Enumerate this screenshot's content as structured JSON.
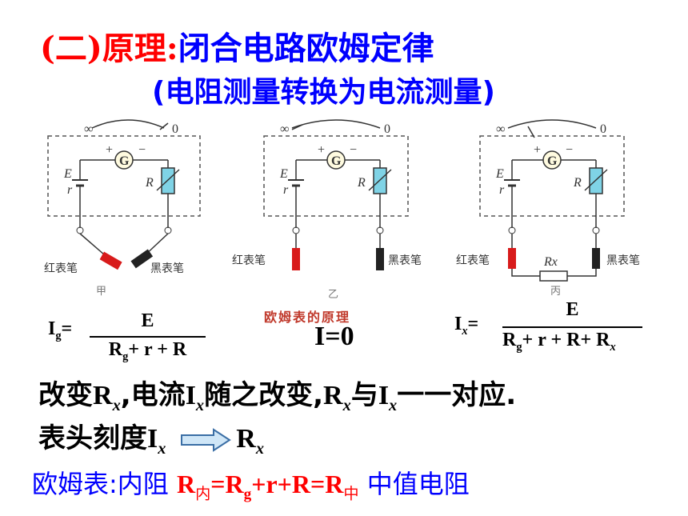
{
  "title": {
    "prefix": "(二)",
    "label": "原理:",
    "topic": "闭合电路欧姆定律",
    "subtitle": "(电阻测量转换为电流测量)"
  },
  "diagrams": {
    "scale_left": "∞",
    "scale_right": "0",
    "galvanometer": "G",
    "plus": "+",
    "minus": "−",
    "emf": "E",
    "internal": "r",
    "rheostat": "R",
    "red_probe": "红表笔",
    "black_probe": "黑表笔",
    "rx_label": "Rx",
    "panel_labels": [
      "甲",
      "乙",
      "丙"
    ],
    "caption": "欧姆表的原理"
  },
  "formulas": {
    "ig_lhs": "I",
    "ig_sub": "g",
    "eq": "=",
    "ig_num": "E",
    "ig_den_r": "R",
    "ig_den_sub": "g",
    "ig_den_rest": "+ r + R",
    "i_zero": "I=0",
    "ix_lhs": "I",
    "ix_sub": "x",
    "ix_num": "E",
    "ix_den_r": "R",
    "ix_den_sub": "g",
    "ix_den_rest": "+ r + R+ R",
    "ix_den_end_sub": "x"
  },
  "text": {
    "line1_a": "改变",
    "line1_r": "R",
    "line1_x": "x",
    "line1_b": ",电流",
    "line1_i": "I",
    "line1_ix": "x",
    "line1_c": "随之改变,",
    "line1_r2": "R",
    "line1_r2x": "x",
    "line1_d": "与",
    "line1_i2": "I",
    "line1_i2x": "x",
    "line1_e": "一一对应.",
    "line2_a": "表头刻度",
    "line2_i": "I",
    "line2_ix": "x",
    "line2_r": "R",
    "line2_rx": "x",
    "line3_a": "欧姆表:内阻 ",
    "line3_r": "R",
    "line3_rsub": "内",
    "line3_eq": "=R",
    "line3_g": "g",
    "line3_rest": "+r+R=R",
    "line3_mid": "中",
    "line3_b": " 中值电阻"
  },
  "colors": {
    "red": "#ff0000",
    "blue": "#0000ff",
    "probe_red": "#d81b1b",
    "rheostat_fill": "#7fd3e6"
  }
}
